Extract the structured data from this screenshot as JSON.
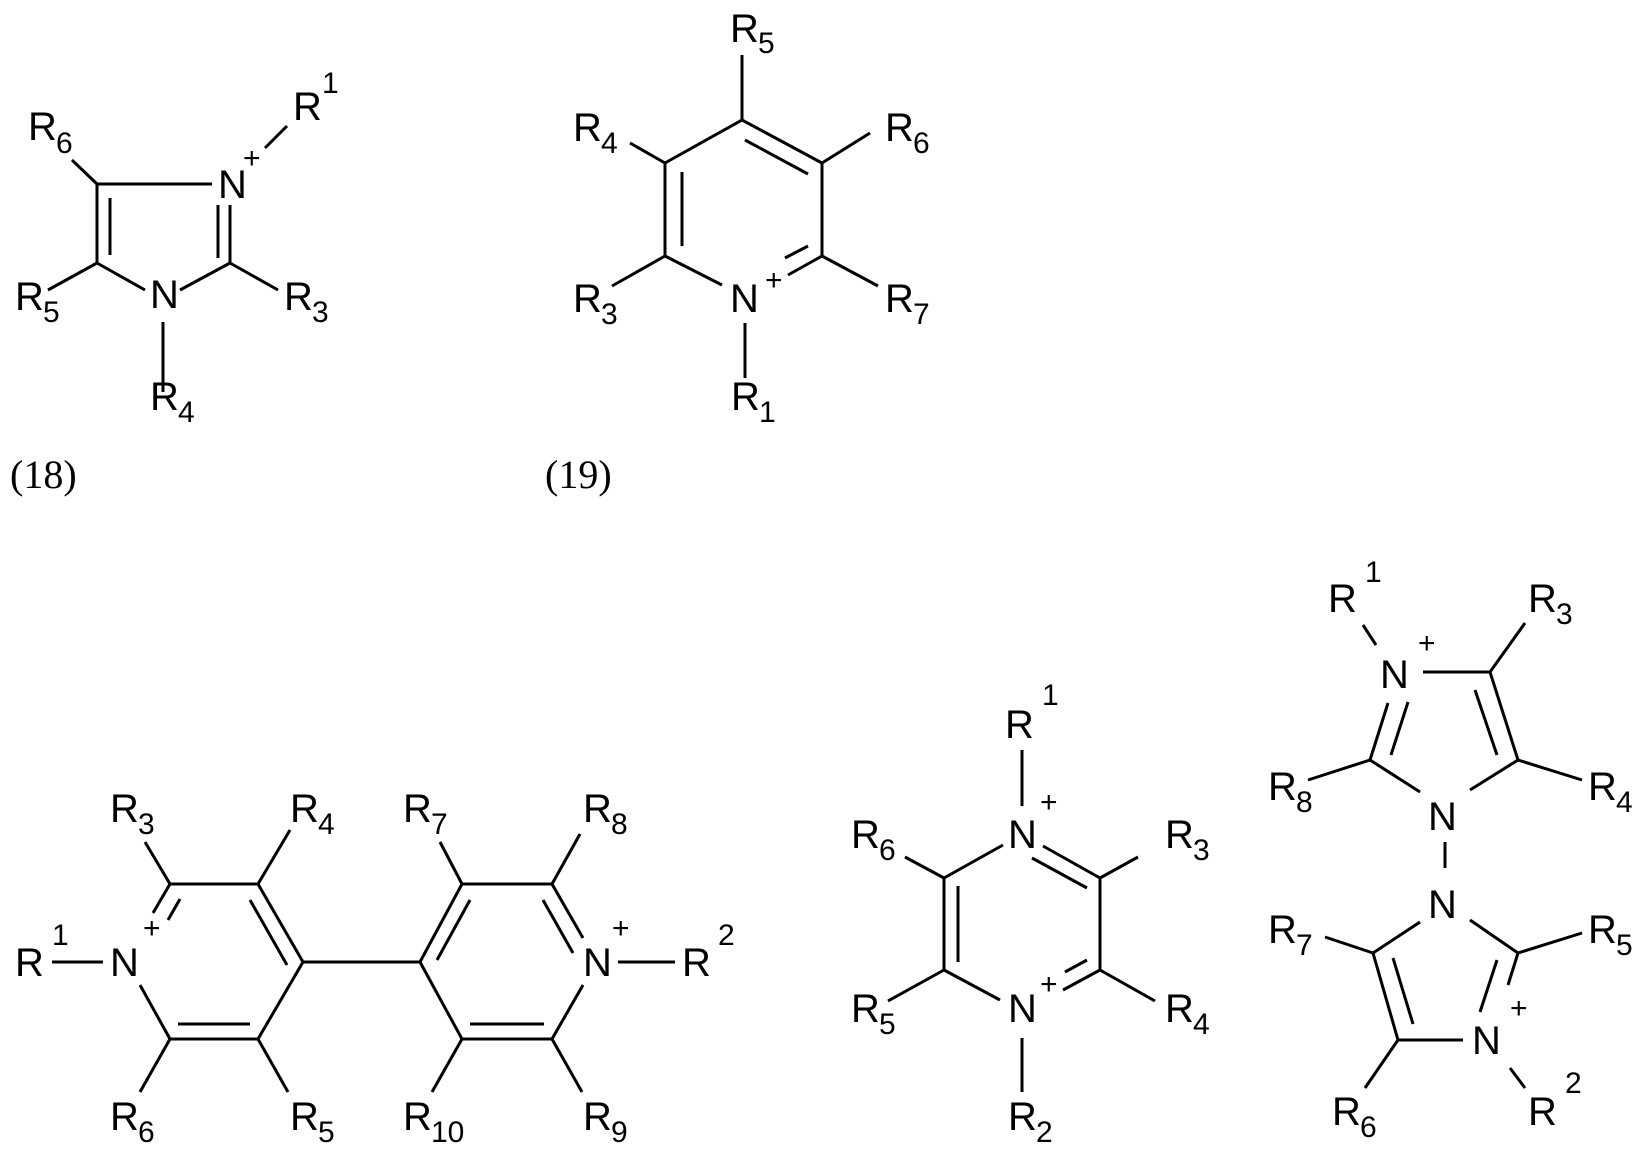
{
  "figure": {
    "structures": [
      {
        "id": "s18",
        "label": "(18)",
        "name": "imidazolium cation",
        "atoms": {
          "n_plus": "N",
          "n": "N",
          "plus": "+"
        },
        "substituents": {
          "R1": {
            "base": "R",
            "mark": "1",
            "style": "superscript"
          },
          "R3": {
            "base": "R",
            "mark": "3",
            "style": "subscript"
          },
          "R4": {
            "base": "R",
            "mark": "4",
            "style": "subscript"
          },
          "R5": {
            "base": "R",
            "mark": "5",
            "style": "subscript"
          },
          "R6": {
            "base": "R",
            "mark": "6",
            "style": "subscript"
          }
        }
      },
      {
        "id": "s19",
        "label": "(19)",
        "name": "pyridinium cation",
        "atoms": {
          "n_plus": "N",
          "plus": "+"
        },
        "substituents": {
          "R1": {
            "base": "R",
            "mark": "1",
            "style": "subscript"
          },
          "R3": {
            "base": "R",
            "mark": "3",
            "style": "subscript"
          },
          "R4": {
            "base": "R",
            "mark": "4",
            "style": "subscript"
          },
          "R5": {
            "base": "R",
            "mark": "5",
            "style": "subscript"
          },
          "R6": {
            "base": "R",
            "mark": "6",
            "style": "subscript"
          },
          "R7": {
            "base": "R",
            "mark": "7",
            "style": "subscript"
          }
        }
      },
      {
        "id": "bipyridinium",
        "label": "",
        "name": "4,4'-bipyridinium dication",
        "atoms": {
          "n_left": "N",
          "n_right": "N",
          "plus": "+"
        },
        "substituents": {
          "R1": {
            "base": "R",
            "mark": "1",
            "style": "superscript"
          },
          "R2": {
            "base": "R",
            "mark": "2",
            "style": "superscript"
          },
          "R3": {
            "base": "R",
            "mark": "3",
            "style": "subscript"
          },
          "R4": {
            "base": "R",
            "mark": "4",
            "style": "subscript"
          },
          "R5": {
            "base": "R",
            "mark": "5",
            "style": "subscript"
          },
          "R6": {
            "base": "R",
            "mark": "6",
            "style": "subscript"
          },
          "R7": {
            "base": "R",
            "mark": "7",
            "style": "subscript"
          },
          "R8": {
            "base": "R",
            "mark": "8",
            "style": "subscript"
          },
          "R9": {
            "base": "R",
            "mark": "9",
            "style": "subscript"
          },
          "R10": {
            "base": "R",
            "mark": "10",
            "style": "subscript"
          }
        }
      },
      {
        "id": "pyrazinium",
        "label": "",
        "name": "pyrazinium dication",
        "atoms": {
          "n_top": "N",
          "n_bottom": "N",
          "plus": "+"
        },
        "substituents": {
          "R1": {
            "base": "R",
            "mark": "1",
            "style": "superscript"
          },
          "R2": {
            "base": "R",
            "mark": "2",
            "style": "subscript"
          },
          "R3": {
            "base": "R",
            "mark": "3",
            "style": "subscript"
          },
          "R4": {
            "base": "R",
            "mark": "4",
            "style": "subscript"
          },
          "R5": {
            "base": "R",
            "mark": "5",
            "style": "subscript"
          },
          "R6": {
            "base": "R",
            "mark": "6",
            "style": "subscript"
          }
        }
      },
      {
        "id": "biimidazolium",
        "label": "",
        "name": "1,1'-biimidazolium dication",
        "atoms": {
          "n_top_plus": "N",
          "n_top": "N",
          "n_bottom": "N",
          "n_bottom_plus": "N",
          "plus": "+"
        },
        "substituents": {
          "R1": {
            "base": "R",
            "mark": "1",
            "style": "superscript"
          },
          "R2": {
            "base": "R",
            "mark": "2",
            "style": "superscript"
          },
          "R3": {
            "base": "R",
            "mark": "3",
            "style": "subscript"
          },
          "R4": {
            "base": "R",
            "mark": "4",
            "style": "subscript"
          },
          "R5": {
            "base": "R",
            "mark": "5",
            "style": "subscript"
          },
          "R6": {
            "base": "R",
            "mark": "6",
            "style": "subscript"
          },
          "R7": {
            "base": "R",
            "mark": "7",
            "style": "subscript"
          },
          "R8": {
            "base": "R",
            "mark": "8",
            "style": "subscript"
          }
        }
      }
    ]
  }
}
